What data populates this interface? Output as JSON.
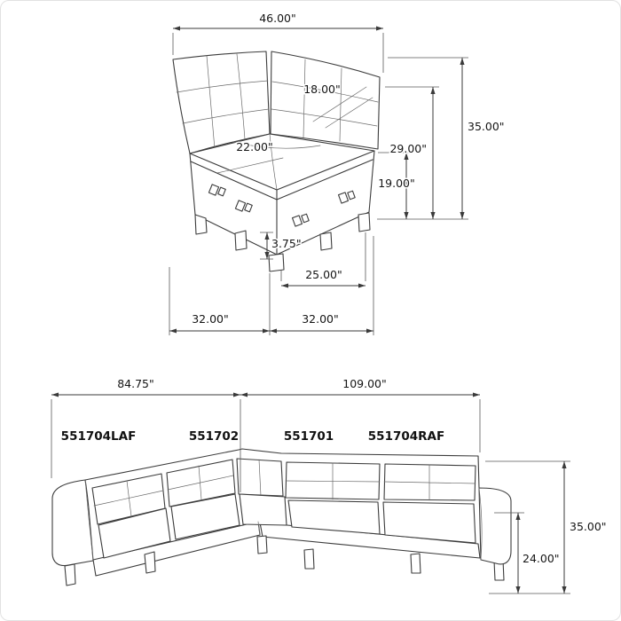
{
  "sheet": {
    "corner": {
      "top_width": "46.00\"",
      "overall_height": "35.00\"",
      "back_height": "29.00\"",
      "seat_back_height": "19.00\"",
      "back_cushion": "18.00\"",
      "seat_depth": "22.00\"",
      "leg_height": "3.75\"",
      "front_width": "25.00\"",
      "left_depth": "32.00\"",
      "right_depth": "32.00\""
    },
    "sectional": {
      "left_length": "84.75\"",
      "right_length": "109.00\"",
      "overall_height": "35.00\"",
      "arm_height": "24.00\"",
      "parts": [
        {
          "sku": "551704LAF"
        },
        {
          "sku": "551702"
        },
        {
          "sku": "551701"
        },
        {
          "sku": "551704RAF"
        }
      ]
    }
  }
}
